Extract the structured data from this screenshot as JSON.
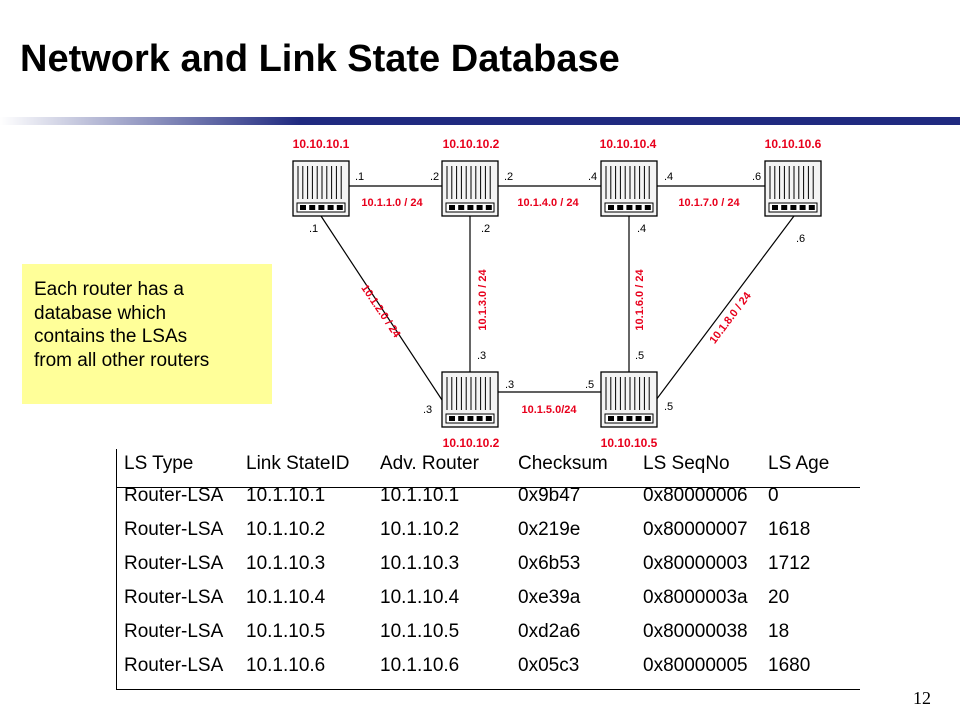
{
  "title": "Network and Link State Database",
  "note_lines": [
    "Each router has a",
    "database which",
    "contains the LSAs",
    "from all other routers"
  ],
  "colors": {
    "label_red": "#e8001c",
    "title_bar": "#202a80",
    "note_bg": "#ffff99"
  },
  "routers": [
    {
      "name": "10.10.10.1"
    },
    {
      "name": "10.10.10.2"
    },
    {
      "name": "10.10.10.4"
    },
    {
      "name": "10.10.10.6"
    },
    {
      "name": "10.10.10.2"
    },
    {
      "name": "10.10.10.5"
    }
  ],
  "links": [
    {
      "subnet": "10.1.1.0 / 24",
      "end_a": ".1",
      "end_b": ".2"
    },
    {
      "subnet": "10.1.4.0 / 24",
      "end_a": ".2",
      "end_b": ".4"
    },
    {
      "subnet": "10.1.7.0 / 24",
      "end_a": ".4",
      "end_b": ".6"
    },
    {
      "subnet": "10.1.2.0 / 24",
      "end_a": ".1",
      "end_b": ".3"
    },
    {
      "subnet": "10.1.3.0 / 24",
      "end_a": ".2",
      "end_b": ".3"
    },
    {
      "subnet": "10.1.6.0 / 24",
      "end_a": ".4",
      "end_b": ".5"
    },
    {
      "subnet": "10.1.8.0 / 24",
      "end_a": ".6",
      "end_b": ".5"
    },
    {
      "subnet": "10.1.5.0/24",
      "end_a": ".3",
      "end_b": ".5"
    }
  ],
  "table": {
    "headers": [
      "LS Type",
      "Link StateID",
      "Adv. Router",
      "Checksum",
      "LS SeqNo",
      "LS Age"
    ],
    "rows": [
      [
        "Router-LSA",
        "10.1.10.1",
        "10.1.10.1",
        "0x9b47",
        "0x80000006",
        "0"
      ],
      [
        "Router-LSA",
        "10.1.10.2",
        "10.1.10.2",
        "0x219e",
        "0x80000007",
        "1618"
      ],
      [
        "Router-LSA",
        "10.1.10.3",
        "10.1.10.3",
        "0x6b53",
        "0x80000003",
        "1712"
      ],
      [
        "Router-LSA",
        "10.1.10.4",
        "10.1.10.4",
        "0xe39a",
        "0x8000003a",
        "20"
      ],
      [
        "Router-LSA",
        "10.1.10.5",
        "10.1.10.5",
        "0xd2a6",
        "0x80000038",
        "18"
      ],
      [
        "Router-LSA",
        "10.1.10.6",
        "10.1.10.6",
        "0x05c3",
        "0x80000005",
        "1680"
      ]
    ]
  },
  "page_number": "12"
}
